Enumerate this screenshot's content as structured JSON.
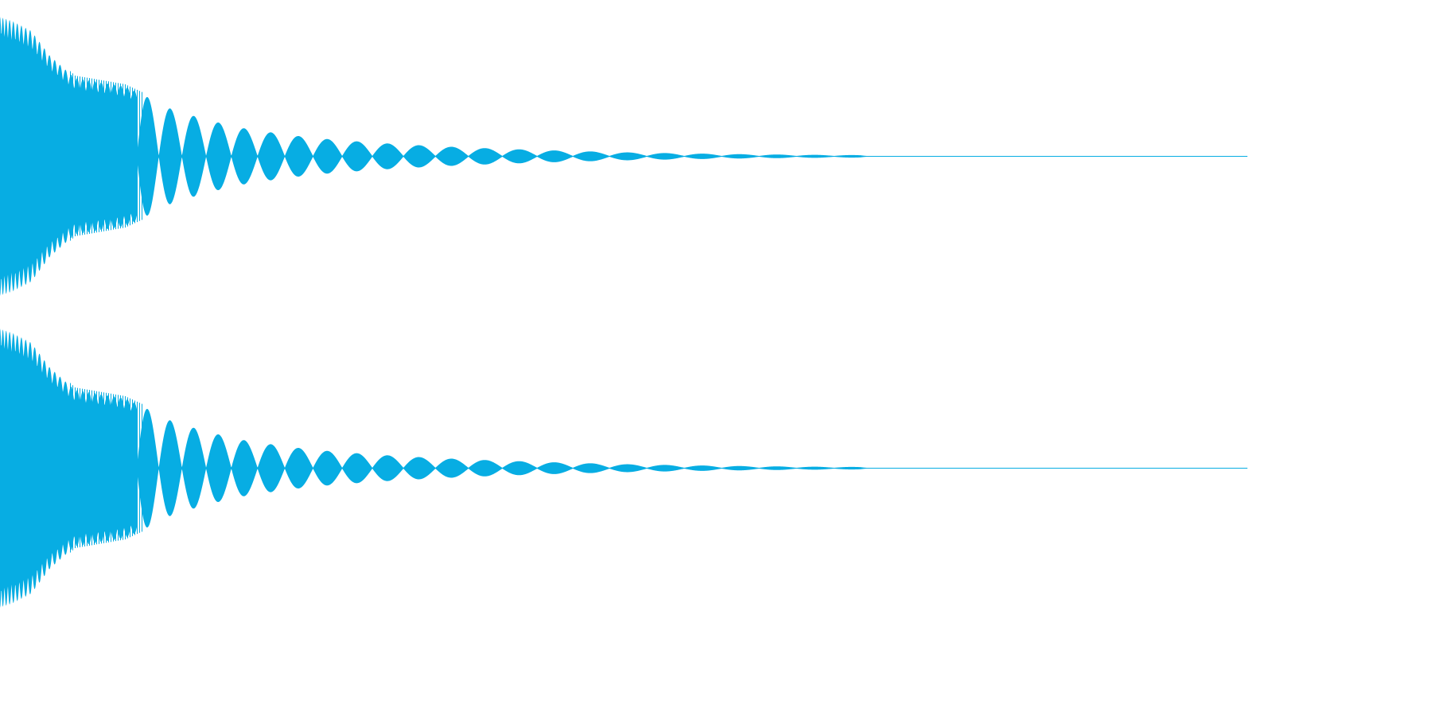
{
  "chart_data": {
    "type": "area",
    "description_free": true,
    "x_range": [
      0,
      1.0
    ],
    "ylim": [
      -1,
      1
    ],
    "grid": false,
    "legend": "none",
    "color": "#07ade3",
    "channels": [
      {
        "envelope": {
          "x": [
            0.0,
            0.01,
            0.025,
            0.04,
            0.06,
            0.08,
            0.1,
            0.115,
            0.13,
            0.15,
            0.175,
            0.2,
            0.225,
            0.25,
            0.3,
            0.35,
            0.4,
            0.45,
            0.5,
            0.55,
            0.6,
            0.65,
            0.69,
            0.695,
            1.0
          ],
          "amplitude": [
            1.0,
            0.97,
            0.9,
            0.72,
            0.56,
            0.53,
            0.5,
            0.44,
            0.36,
            0.3,
            0.24,
            0.19,
            0.16,
            0.13,
            0.095,
            0.07,
            0.052,
            0.038,
            0.026,
            0.018,
            0.012,
            0.008,
            0.006,
            0.0,
            0.0
          ]
        },
        "beat_period_start": 0.006,
        "beat_period_end": 0.03,
        "dense_until": 0.11
      },
      {
        "envelope": {
          "x": [
            0.0,
            0.01,
            0.025,
            0.04,
            0.06,
            0.08,
            0.1,
            0.115,
            0.13,
            0.15,
            0.175,
            0.2,
            0.225,
            0.25,
            0.3,
            0.35,
            0.4,
            0.45,
            0.5,
            0.55,
            0.6,
            0.65,
            0.69,
            0.695,
            1.0
          ],
          "amplitude": [
            1.0,
            0.97,
            0.9,
            0.72,
            0.56,
            0.53,
            0.5,
            0.44,
            0.36,
            0.3,
            0.24,
            0.19,
            0.16,
            0.13,
            0.095,
            0.07,
            0.052,
            0.038,
            0.026,
            0.018,
            0.012,
            0.008,
            0.006,
            0.0,
            0.0
          ]
        },
        "beat_period_start": 0.006,
        "beat_period_end": 0.03,
        "dense_until": 0.11
      }
    ]
  }
}
